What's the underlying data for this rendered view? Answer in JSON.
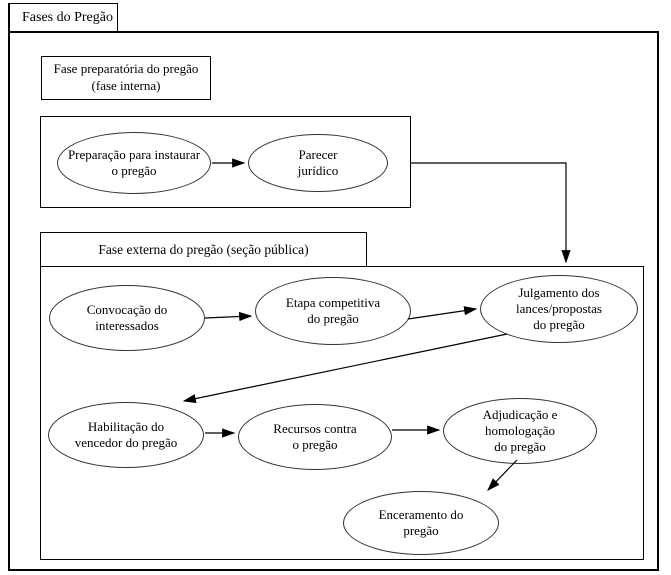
{
  "diagram": {
    "title": "Fases do Pregão",
    "sections": {
      "preparatory": {
        "label_lines": [
          "Fase preparatória do pregão",
          "(fase interna)"
        ]
      },
      "external": {
        "label": "Fase externa do pregão (seção pública)"
      }
    },
    "nodes": {
      "preparacao": {
        "lines": [
          "Preparação para instaurar",
          "o pregão"
        ]
      },
      "parecer": {
        "lines": [
          "Parecer",
          "jurídico"
        ]
      },
      "convocacao": {
        "lines": [
          "Convocação do",
          "interessados"
        ]
      },
      "etapa": {
        "lines": [
          "Etapa competitiva",
          "do pregão"
        ]
      },
      "julgamento": {
        "lines": [
          "Julgamento dos",
          "lances/propostas",
          "do pregão"
        ]
      },
      "habilitacao": {
        "lines": [
          "Habilitação do",
          "vencedor do pregão"
        ]
      },
      "recursos": {
        "lines": [
          "Recursos contra",
          "o pregão"
        ]
      },
      "adjudicacao": {
        "lines": [
          "Adjudicação e",
          "homologação",
          "do pregão"
        ]
      },
      "enceramento": {
        "lines": [
          "Enceramento do",
          "pregão"
        ]
      }
    },
    "edges": [
      {
        "from": "preparacao",
        "to": "parecer"
      },
      {
        "from": "parecer",
        "to": "julgamento"
      },
      {
        "from": "convocacao",
        "to": "etapa"
      },
      {
        "from": "etapa",
        "to": "julgamento"
      },
      {
        "from": "julgamento",
        "to": "habilitacao"
      },
      {
        "from": "habilitacao",
        "to": "recursos"
      },
      {
        "from": "recursos",
        "to": "adjudicacao"
      },
      {
        "from": "adjudicacao",
        "to": "enceramento"
      }
    ],
    "colors": {
      "line": "#000000",
      "background": "#ffffff",
      "text": "#000000"
    }
  }
}
